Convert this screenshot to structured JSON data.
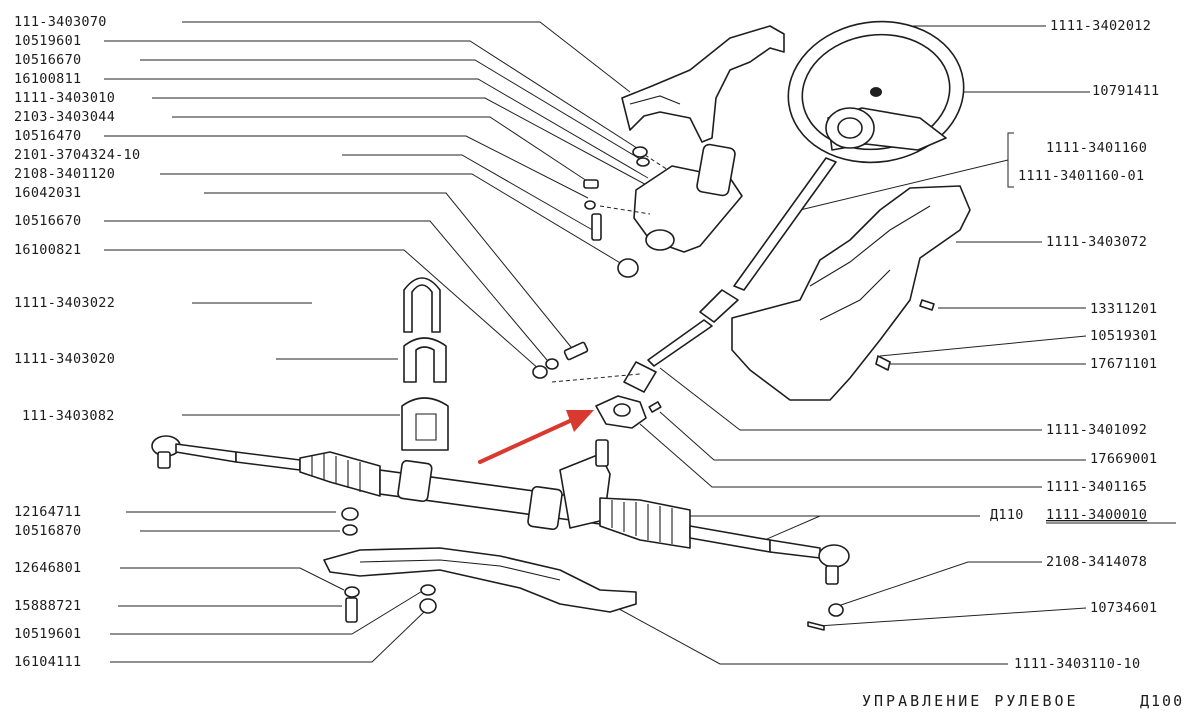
{
  "title": "УПРАВЛЕНИЕ РУЛЕВОЕ",
  "code": "Д100",
  "assembly_prefix": "Д110",
  "parts_left": [
    "111-3403070",
    "10519601",
    "10516670",
    "16100811",
    "1111-3403010",
    "2103-3403044",
    "10516470",
    "2101-3704324-10",
    "2108-3401120",
    "16042031",
    "10516670",
    "16100821",
    "1111-3403022",
    "1111-3403020",
    "111-3403082",
    "12164711",
    "10516870",
    "12646801",
    "15888721",
    "10519601",
    "16104111"
  ],
  "parts_right": [
    "1111-3402012",
    "10791411",
    "1111-3401160",
    "1111-3401160-01",
    "1111-3403072",
    "13311201",
    "10519301",
    "17671101",
    "1111-3401092",
    "17669001",
    "1111-3401165",
    "1111-3400010",
    "2108-3414078",
    "10734601",
    "1111-3403110-10"
  ],
  "colors": {
    "ink": "#1e1e1e",
    "arrow": "#d9392f",
    "background": "#ffffff"
  }
}
